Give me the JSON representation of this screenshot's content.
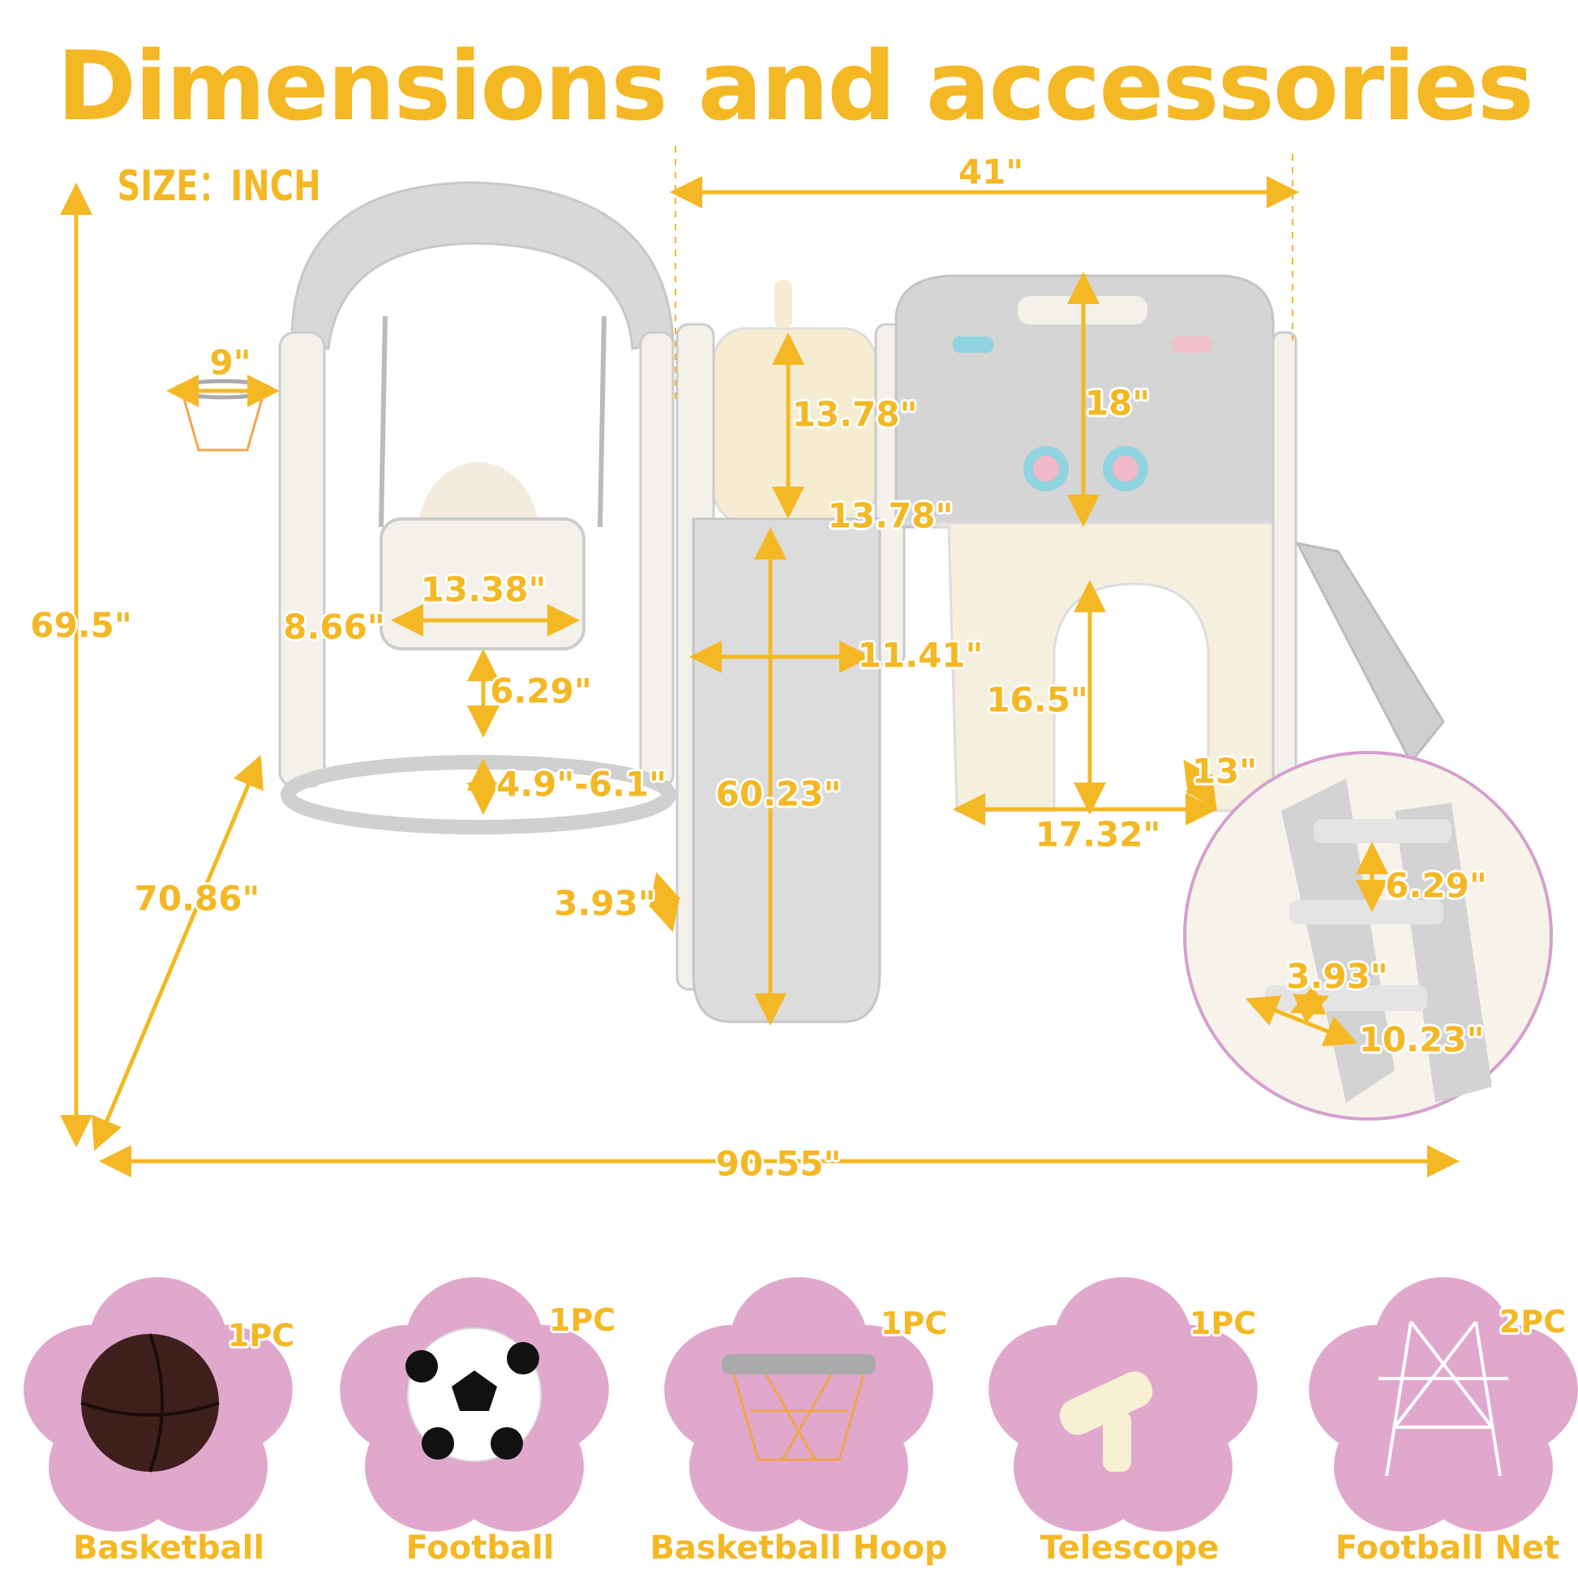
{
  "title": "Dimensions and accessories",
  "size_unit": "SIZE：INCH",
  "colors": {
    "accent": "#f4b824",
    "flower": "#e0a8cd",
    "gray": "#d3d3d3",
    "cream": "#f5efdd",
    "inset_border": "#d4a0cf"
  },
  "dimensions": {
    "overall_height": "69.5\"",
    "overall_width": "90.55\"",
    "overall_depth": "70.86\"",
    "climber_width": "41\"",
    "hoop_width": "9\"",
    "slide_wall_height": "13.78\"",
    "climb_wall_height": "18\"",
    "slide_step": "13.78\"",
    "swing_width": "13.38\"",
    "swing_depth": "8.66\"",
    "slide_width": "11.41\"",
    "swing_back": "6.29\"",
    "tunnel_height": "16.5\"",
    "swing_ground": "4.9\"-6.1\"",
    "slide_length": "60.23\"",
    "ladder_depth": "13\"",
    "tunnel_width": "17.32\"",
    "slide_edge": "3.93\"",
    "step_height": "6.29\"",
    "step_depth": "3.93\"",
    "step_width": "10.23\""
  },
  "accessories": [
    {
      "name": "Basketball",
      "qty": "1PC",
      "icon": "basketball-icon"
    },
    {
      "name": "Football",
      "qty": "1PC",
      "icon": "football-icon"
    },
    {
      "name": "Basketball Hoop",
      "qty": "1PC",
      "icon": "basketball-hoop-icon"
    },
    {
      "name": "Telescope",
      "qty": "1PC",
      "icon": "telescope-icon"
    },
    {
      "name": "Football Net",
      "qty": "2PC",
      "icon": "football-net-icon"
    }
  ]
}
